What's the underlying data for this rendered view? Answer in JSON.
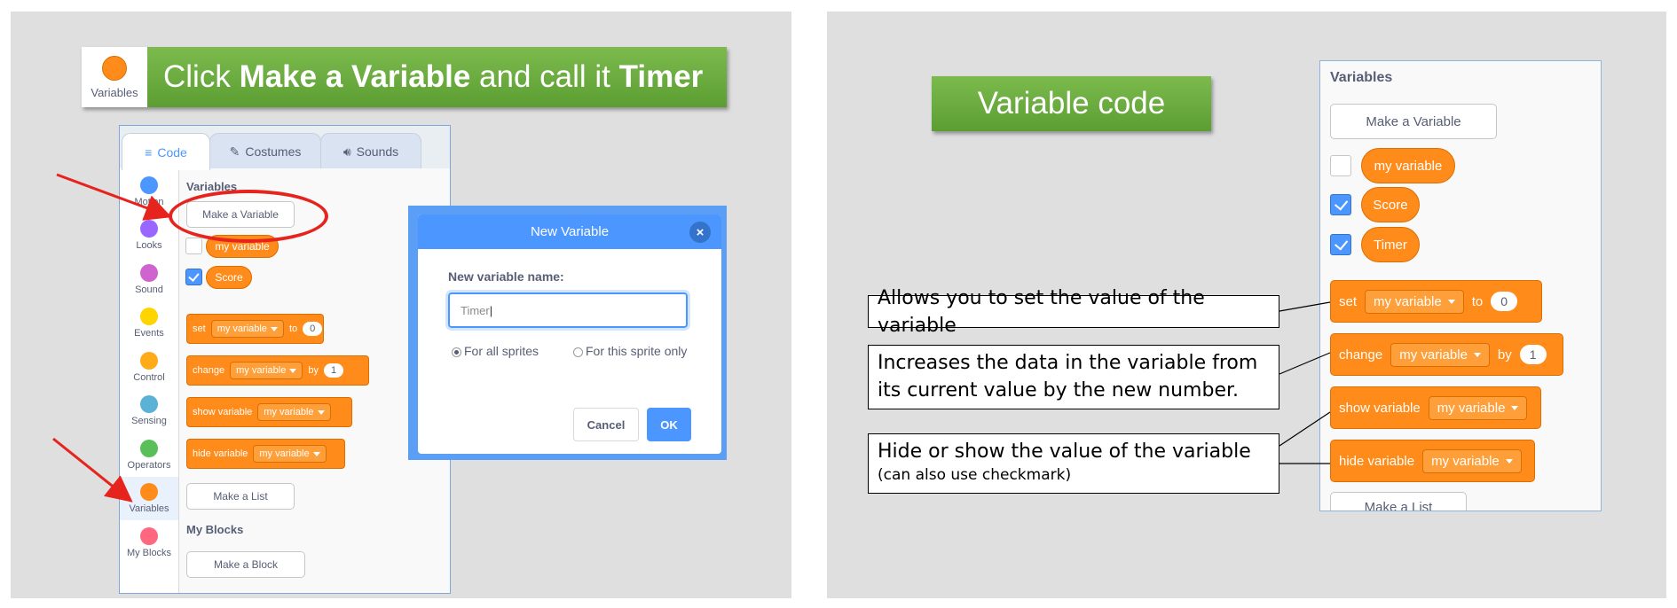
{
  "slide1": {
    "banner": {
      "tile_label": "Variables",
      "text_pre": "Click ",
      "text_bold1": "Make a Variable",
      "text_mid": " and call it ",
      "text_bold2": "Timer"
    },
    "tabs": [
      {
        "label": "Code",
        "icon": "code-icon"
      },
      {
        "label": "Costumes",
        "icon": "brush-icon"
      },
      {
        "label": "Sounds",
        "icon": "speaker-icon"
      }
    ],
    "categories": [
      {
        "label": "Motion",
        "color": "#4c97ff"
      },
      {
        "label": "Looks",
        "color": "#9966ff"
      },
      {
        "label": "Sound",
        "color": "#cf63cf"
      },
      {
        "label": "Events",
        "color": "#ffd500"
      },
      {
        "label": "Control",
        "color": "#ffab19"
      },
      {
        "label": "Sensing",
        "color": "#5cb1d6"
      },
      {
        "label": "Operators",
        "color": "#59c059"
      },
      {
        "label": "Variables",
        "color": "#ff8c1a"
      },
      {
        "label": "My Blocks",
        "color": "#ff6680"
      }
    ],
    "palette": {
      "variables_title": "Variables",
      "make_variable": "Make a Variable",
      "var1": "my variable",
      "var2": "Score",
      "set_block": {
        "kw": "set",
        "var": "my variable",
        "to": "to",
        "value": "0"
      },
      "change_block": {
        "kw": "change",
        "var": "my variable",
        "by": "by",
        "value": "1"
      },
      "show_block": {
        "kw": "show variable",
        "var": "my variable"
      },
      "hide_block": {
        "kw": "hide variable",
        "var": "my variable"
      },
      "make_list": "Make a List",
      "myblocks_title": "My Blocks",
      "make_block": "Make a Block"
    },
    "dialog": {
      "title": "New Variable",
      "close": "×",
      "name_label": "New variable name:",
      "input_value": "Timer",
      "radio_all": "For all sprites",
      "radio_this": "For this sprite only",
      "cancel": "Cancel",
      "ok": "OK"
    }
  },
  "slide2": {
    "banner": "Variable code",
    "panel": {
      "title": "Variables",
      "make_variable": "Make a Variable",
      "vars": [
        {
          "label": "my variable",
          "checked": false
        },
        {
          "label": "Score",
          "checked": true
        },
        {
          "label": "Timer",
          "checked": true
        }
      ],
      "set_block": {
        "kw": "set",
        "var": "my variable",
        "to": "to",
        "value": "0"
      },
      "change_block": {
        "kw": "change",
        "var": "my variable",
        "by": "by",
        "value": "1"
      },
      "show_block": {
        "kw": "show variable",
        "var": "my variable"
      },
      "hide_block": {
        "kw": "hide variable",
        "var": "my variable"
      },
      "make_list": "Make a List"
    },
    "callouts": {
      "set": "Allows you to set the value of the variable",
      "change": "Increases the data in the variable from its current value by the new number.",
      "hide_main": "Hide or show the value of the variable",
      "hide_sub": "(can also use checkmark)"
    }
  },
  "colors": {
    "slide_bg": "#dedfde",
    "scratch_blue": "#4c97ff",
    "variables_orange": "#ff8c1a",
    "annotation_red": "#e6231d",
    "banner_green": "#70ad47"
  }
}
